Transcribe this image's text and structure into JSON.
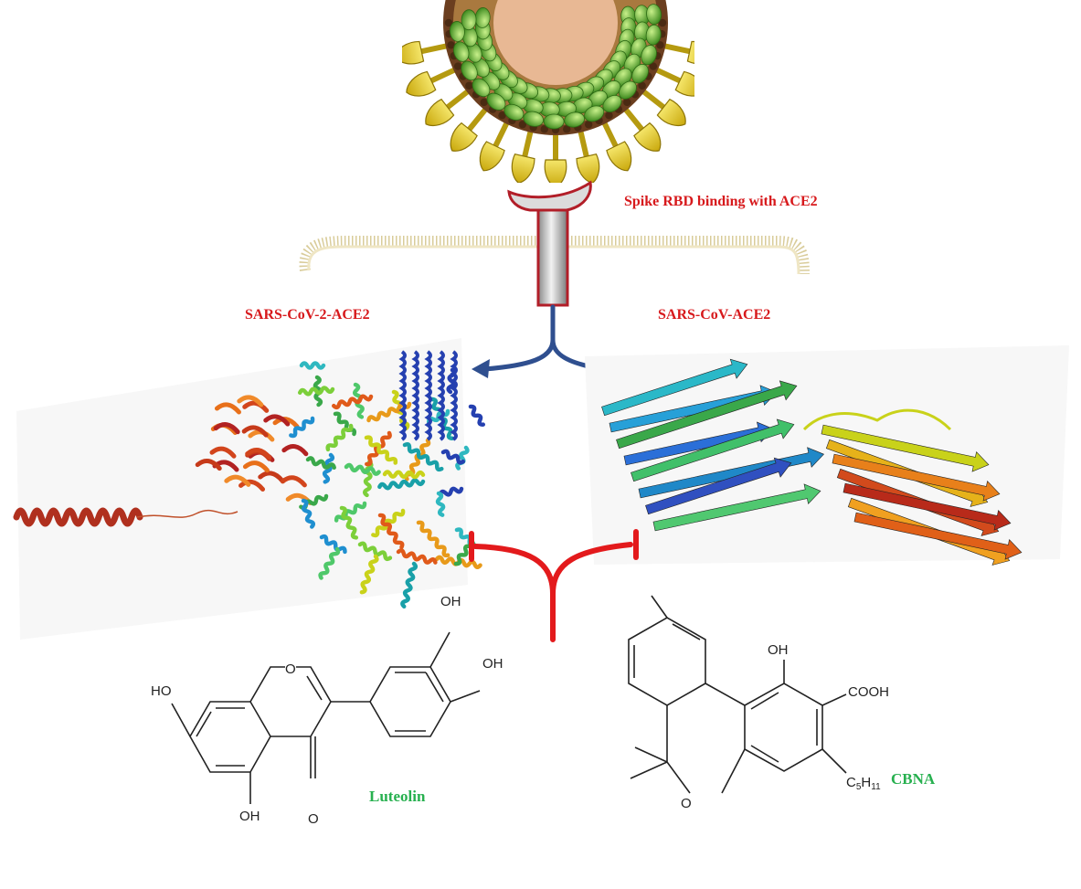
{
  "labels": {
    "spike": "Spike RBD binding  with  ACE2",
    "sars2": "SARS-CoV-2-ACE2",
    "sars1": "SARS-CoV-ACE2",
    "luteolin": "Luteolin",
    "cbna": "CBNA"
  },
  "chem": {
    "oh": "OH",
    "ho": "HO",
    "o": "O",
    "cooh": "COOH",
    "c5_c": "C",
    "c5_5": "5",
    "c5_h": "H",
    "c5_11": "11"
  },
  "colors": {
    "label_red": "#d7191c",
    "label_green": "#27b04f",
    "arrow_blue": "#2f4f8f",
    "inhibit_red": "#e31a1c",
    "virus_body": "#e8b894",
    "envelope_brown": "#6b3e1f",
    "nucleocapsid_green": "#6cb33a",
    "spike_yellow": "#e6cf1e"
  }
}
